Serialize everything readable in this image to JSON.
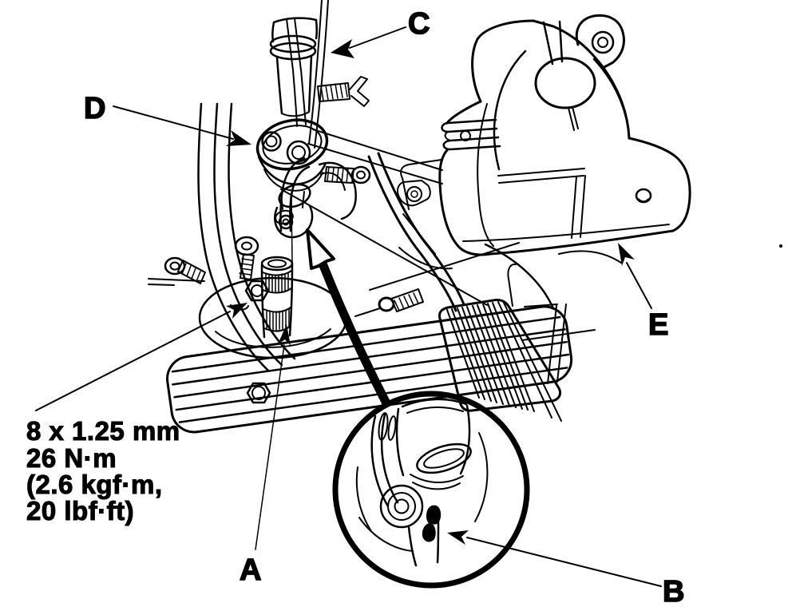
{
  "colors": {
    "ink": "#000000",
    "background": "#ffffff"
  },
  "callout_labels": {
    "a": "A",
    "b": "B",
    "c": "C",
    "d": "D",
    "e": "E"
  },
  "torque_note": {
    "lines": [
      "8 x 1.25 mm",
      "26 N·m",
      "(2.6 kgf·m,",
      "20 lbf·ft)"
    ]
  }
}
